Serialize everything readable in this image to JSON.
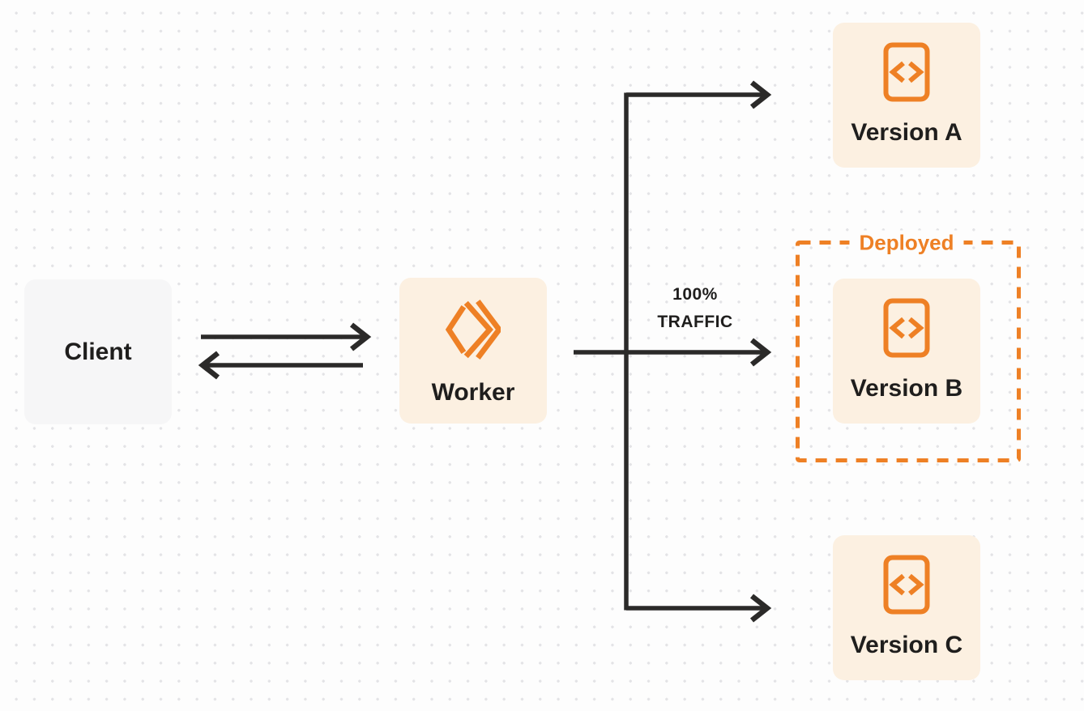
{
  "colors": {
    "accent_orange": "#EE8025",
    "line_dark": "#2B2A29",
    "text_dark": "#1F1E1D",
    "node_cream_bg": "#FCF0E1",
    "node_gray_bg": "#F6F6F7",
    "canvas_bg": "#FDFDFD",
    "dot_grid": "#E3E3E6"
  },
  "nodes": {
    "client": {
      "label": "Client"
    },
    "worker": {
      "label": "Worker",
      "icon": "cloudflare-workers-logo-icon"
    },
    "version_a": {
      "label": "Version A",
      "icon": "code-file-icon"
    },
    "version_b": {
      "label": "Version B",
      "icon": "code-file-icon"
    },
    "version_c": {
      "label": "Version C",
      "icon": "code-file-icon"
    }
  },
  "annotations": {
    "deployed": {
      "label": "Deployed"
    },
    "traffic": {
      "line1": "100%",
      "line2": "TRAFFIC"
    }
  },
  "edges": [
    {
      "from": "Client",
      "to": "Worker",
      "style": "arrow-right"
    },
    {
      "from": "Worker",
      "to": "Client",
      "style": "arrow-left"
    },
    {
      "from": "Worker",
      "to": "Version A",
      "style": "arrow-right"
    },
    {
      "from": "Worker",
      "to": "Version B",
      "style": "arrow-right",
      "label": "100% TRAFFIC"
    },
    {
      "from": "Worker",
      "to": "Version C",
      "style": "arrow-right"
    }
  ]
}
